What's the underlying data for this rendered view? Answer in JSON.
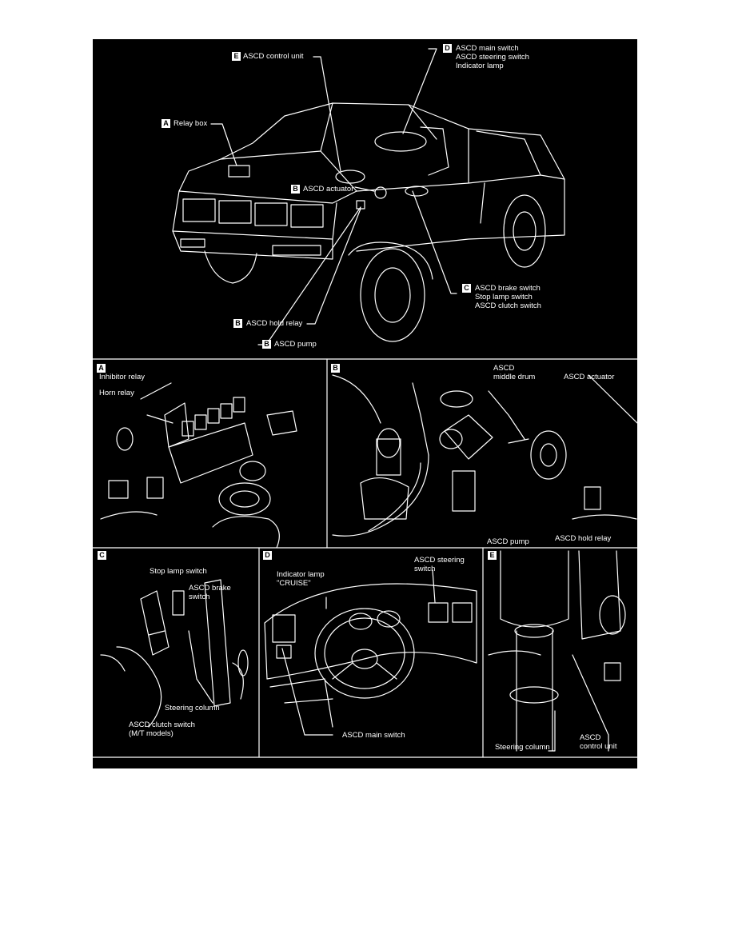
{
  "overview": {
    "callouts": [
      {
        "letter": "E",
        "text": "ASCD control unit"
      },
      {
        "letter": "D",
        "text": "ASCD main switch\nASCD steering switch\nIndicator lamp"
      },
      {
        "letter": "A",
        "text": "Relay box"
      },
      {
        "letter": "B",
        "text": "ASCD actuator"
      },
      {
        "letter": "C",
        "text": "ASCD brake switch\nStop lamp switch\nASCD clutch switch"
      },
      {
        "letter": "B",
        "text": "ASCD hold relay"
      },
      {
        "letter": "B",
        "text": "ASCD pump"
      }
    ]
  },
  "panels": {
    "A": {
      "letter": "A",
      "labels": [
        "Inhibitor relay",
        "Horn relay"
      ]
    },
    "B": {
      "letter": "B",
      "labels": [
        "ASCD\nmiddle drum",
        "ASCD actuator",
        "ASCD pump",
        "ASCD hold relay"
      ]
    },
    "C": {
      "letter": "C",
      "labels": [
        "Stop lamp switch",
        "ASCD brake\nswitch",
        "Steering column",
        "ASCD clutch switch\n(M/T models)"
      ]
    },
    "D": {
      "letter": "D",
      "labels": [
        "ASCD steering\nswitch",
        "Indicator lamp\n\"CRUISE\"",
        "ASCD main switch"
      ]
    },
    "E": {
      "letter": "E",
      "labels": [
        "Steering column",
        "ASCD\ncontrol unit"
      ]
    }
  },
  "figure_code": "AEL901A",
  "colors": {
    "background": "#000000",
    "lines": "#ffffff",
    "page": "#ffffff"
  }
}
